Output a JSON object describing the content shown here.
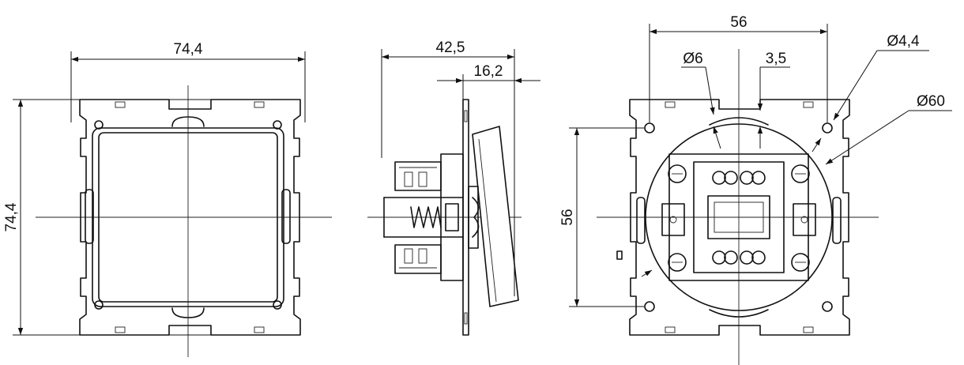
{
  "dimensions": {
    "front_width": "74,4",
    "front_height": "74,4",
    "side_depth_total": "42,5",
    "side_depth_front": "16,2",
    "rear_hole_spacing_h": "56",
    "rear_hole_spacing_v": "56",
    "rear_hole_dia_small": "Ø6",
    "rear_offset": "3,5",
    "rear_hole_dia_mount": "Ø4,4",
    "rear_circle_dia": "Ø60"
  },
  "colors": {
    "line": "#111111",
    "background": "#ffffff"
  }
}
